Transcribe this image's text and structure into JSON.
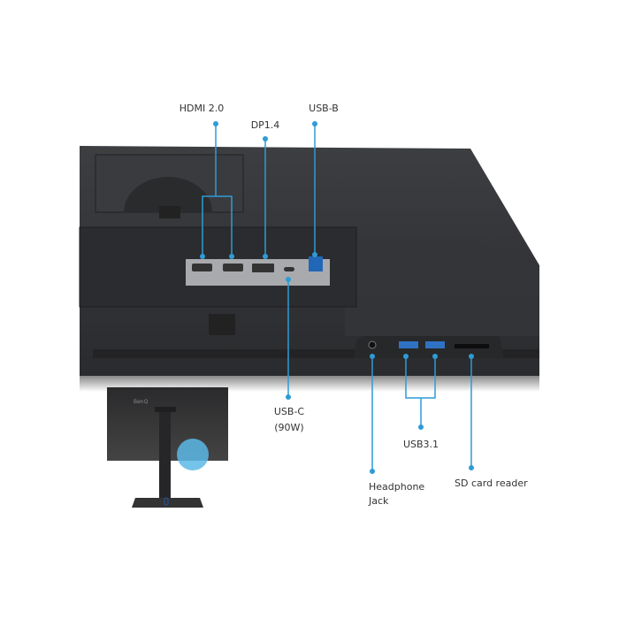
{
  "callouts": {
    "hdmi": "HDMI 2.0",
    "dp": "DP1.4",
    "usb_b": "USB-B",
    "usb_c_line1": "USB-C",
    "usb_c_line2": "(90W)",
    "usb3": "USB3.1",
    "headphone_line1": "Headphone",
    "headphone_line2": "Jack",
    "sd": "SD card reader"
  },
  "brand_logo": "BenQ",
  "colors": {
    "accent": "#2e9bd6",
    "body": "#2f3033",
    "panel": "#a9aaad",
    "highlight": "#5cb8e6"
  }
}
